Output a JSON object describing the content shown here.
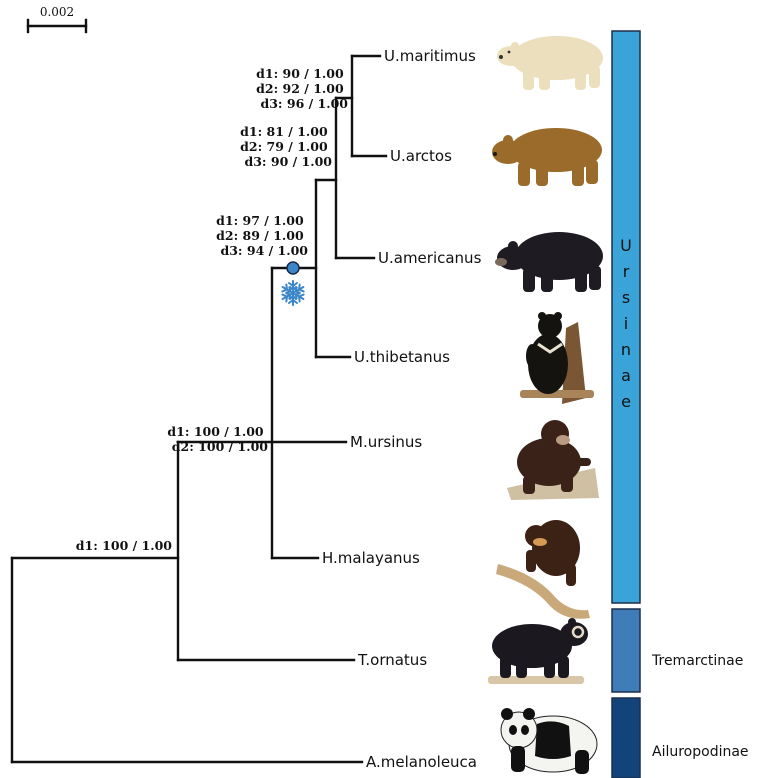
{
  "scale_bar": {
    "label": "0.002"
  },
  "taxa": [
    {
      "id": "maritimus",
      "name": "U.maritimus",
      "bear_color": "#ecdfbd",
      "icon": "polar-bear-icon"
    },
    {
      "id": "arctos",
      "name": "U.arctos",
      "bear_color": "#9a6b2a",
      "icon": "brown-bear-icon"
    },
    {
      "id": "americanus",
      "name": "U.americanus",
      "bear_color": "#1e1c22",
      "icon": "black-bear-icon"
    },
    {
      "id": "thibetanus",
      "name": "U.thibetanus",
      "bear_color": "#15130f",
      "icon": "moon-bear-icon"
    },
    {
      "id": "ursinus",
      "name": "M.ursinus",
      "bear_color": "#3a2218",
      "icon": "sloth-bear-icon"
    },
    {
      "id": "malayanus",
      "name": "H.malayanus",
      "bear_color": "#3b2214",
      "icon": "sun-bear-icon"
    },
    {
      "id": "ornatus",
      "name": "T.ornatus",
      "bear_color": "#1b1820",
      "icon": "spectacled-bear-icon"
    },
    {
      "id": "melanoleuca",
      "name": "A.melanoleuca",
      "bear_color": "#111111",
      "icon": "giant-panda-icon"
    }
  ],
  "node_supports": [
    {
      "id": "maritimus-arctos",
      "lines": [
        "d1: 90 / 1.00",
        "d2: 92 / 1.00",
        "d3: 96 / 1.00"
      ]
    },
    {
      "id": "brown-black",
      "lines": [
        "d1: 81 / 1.00",
        "d2: 79 / 1.00",
        "d3: 90 / 1.00"
      ]
    },
    {
      "id": "ursus",
      "lines": [
        "d1: 97 / 1.00",
        "d2: 89 / 1.00",
        "d3: 94 / 1.00"
      ]
    },
    {
      "id": "ursinae",
      "lines": [
        "d1: 100 / 1.00",
        "d2: 100 / 1.00"
      ]
    },
    {
      "id": "ursidae",
      "lines": [
        "d1: 100 / 1.00"
      ]
    }
  ],
  "marked_node": {
    "icon": "snowflake-icon",
    "dot_color": "#3a86c8",
    "snowflake_color": "#3a86c8"
  },
  "groups": [
    {
      "id": "ursinae",
      "label": "Ursinae",
      "letters": [
        "U",
        "r",
        "s",
        "i",
        "n",
        "a",
        "e"
      ],
      "color": "#3aa4d9"
    },
    {
      "id": "tremarctinae",
      "label": "Tremarctinae",
      "color": "#3f7db8"
    },
    {
      "id": "ailuropodinae",
      "label": "Ailuropodinae",
      "color": "#12437a"
    }
  ]
}
